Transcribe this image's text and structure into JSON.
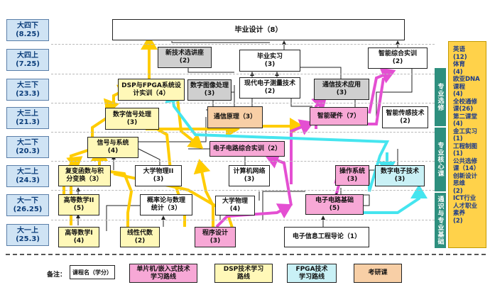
{
  "semesters": [
    {
      "name": "大四下",
      "hours": "(8.25)"
    },
    {
      "name": "大四上",
      "hours": "(7.25)"
    },
    {
      "name": "大三下",
      "hours": "(23.3)"
    },
    {
      "name": "大三上",
      "hours": "(21.3)"
    },
    {
      "name": "大二下",
      "hours": "(20.3)"
    },
    {
      "name": "大二上",
      "hours": "(24.3)"
    },
    {
      "name": "大一下",
      "hours": "(26.25)"
    },
    {
      "name": "大一上",
      "hours": "(25.3)"
    }
  ],
  "courses": {
    "graduation_design": {
      "name": "毕业设计（8）"
    },
    "new_tech_lecture": {
      "name": "新技术选讲座",
      "credit": "(2)"
    },
    "graduation_internship": {
      "name": "毕业实习",
      "credit": "(3)"
    },
    "smart_integrated_training": {
      "name": "智能综合实训",
      "credit": "(2)"
    },
    "dsp_fpga_training": {
      "name": "DSP与FPGA系统设",
      "name2": "计实训（4）"
    },
    "digital_image_processing": {
      "name": "数字图像处理",
      "credit": "(3)"
    },
    "modern_measurement": {
      "name": "现代电子测量技术",
      "credit": "(2)"
    },
    "comm_tech_application": {
      "name": "通信技术应用",
      "credit": "(3)"
    },
    "digital_signal_processing": {
      "name": "数字信号处理",
      "credit": "(3)"
    },
    "communication_principles": {
      "name": "通信原理（3）"
    },
    "smart_hardware": {
      "name": "智能硬件（7）"
    },
    "smart_sensing": {
      "name": "智能传感技术",
      "credit": "(2)"
    },
    "signals_systems": {
      "name": "信号与系统",
      "credit": "(4)"
    },
    "circuit_training": {
      "name": "电子电路综合实训（2）"
    },
    "complex_functions": {
      "name": "复变函数与积",
      "name2": "分变换（3）"
    },
    "university_physics_2": {
      "name": "大学物理II",
      "credit": "(3)"
    },
    "computer_networks": {
      "name": "计算机网络",
      "credit": "(3)"
    },
    "operating_systems": {
      "name": "操作系统",
      "credit": "(3)"
    },
    "digital_electronics": {
      "name": "数字电子技术",
      "credit": "(3)"
    },
    "advanced_math_2": {
      "name": "高等数学II",
      "credit": "(5)"
    },
    "probability_statistics": {
      "name": "概率论与数理",
      "name2": "统计（3）"
    },
    "university_physics": {
      "name": "大学物理",
      "credit": "(4)"
    },
    "electronic_circuits": {
      "name": "电子电路基础",
      "credit": "(5)"
    },
    "advanced_math_1": {
      "name": "高等数学I",
      "credit": "(4)"
    },
    "linear_algebra": {
      "name": "线性代数",
      "credit": "(2)"
    },
    "programming": {
      "name": "程序设计",
      "credit": "(3)"
    },
    "ee_intro": {
      "name": "电子信息工程导论（1）"
    }
  },
  "category_tabs": {
    "major_elective": "专业选修",
    "major_core": "专业核心课",
    "general_major": "通识与专业基础"
  },
  "elective_text": "英语\n(12)\n体育\n(4)\n欧亚DNA\n课程\n(4)\n全校通修\n课(26)\n第二课堂\n(4)\n金工实习\n(1)\n工程制图\n(1)\n公共选修\n课（14）\n创新设计\n思维\n(2)\nICT行业\n人才职业\n素养\n(2)",
  "legend": {
    "label": "备注：",
    "course_format": "课程名（学分）",
    "route_embedded": "单片机/嵌入式技术\n学习路线",
    "route_dsp": "DSP技术学习\n路线",
    "route_fpga": "FPGA技术\n学习路线",
    "route_grad": "考研课"
  },
  "colors": {
    "yellow_route": "#ffcc00",
    "pink_route": "#e44fd2",
    "cyan_route": "#45e5ef",
    "orange_box": "#f8cfa6",
    "semester_fill": "#cfe3f4",
    "tab_fill": "#2e8f7e"
  }
}
